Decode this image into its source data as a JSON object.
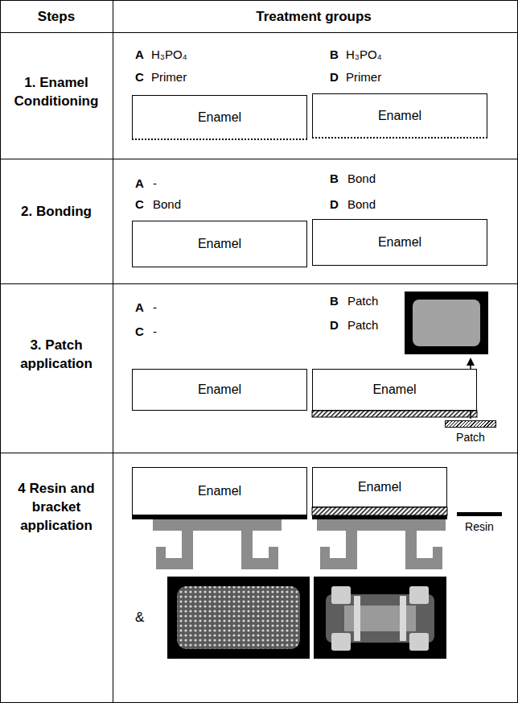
{
  "diagram": {
    "nodes": [
      {
        "text": [
          "Enamel"
        ]
      },
      {
        "text": [
          "Enamel"
        ]
      },
      {
        "text": [
          "Enamel"
        ]
      },
      {
        "text": [
          "Enamel"
        ]
      },
      {
        "text": [
          "Enamel"
        ]
      },
      {
        "text": [
          "Enamel"
        ]
      },
      {
        "text": [
          "Patch"
        ]
      },
      {
        "text": [
          "Enamel"
        ]
      },
      {
        "text": [
          "Enamel"
        ]
      }
    ],
    "labels": [
      "Steps",
      "Treatment groups",
      "1. Enamel Conditioning",
      "A",
      "H₃PO₄",
      "B",
      "H₃PO₄",
      "C",
      "Primer",
      "D",
      "Primer",
      "2. Bonding",
      "A",
      "-",
      "B",
      "Bond",
      "C",
      "Bond",
      "D",
      "Bond",
      "3. Patch application",
      "A",
      "-",
      "B",
      "Patch",
      "C",
      "-",
      "D",
      "Patch",
      "4 Resin and bracket application",
      "&"
    ],
    "legend": [
      {
        "text": "Resin"
      }
    ]
  }
}
